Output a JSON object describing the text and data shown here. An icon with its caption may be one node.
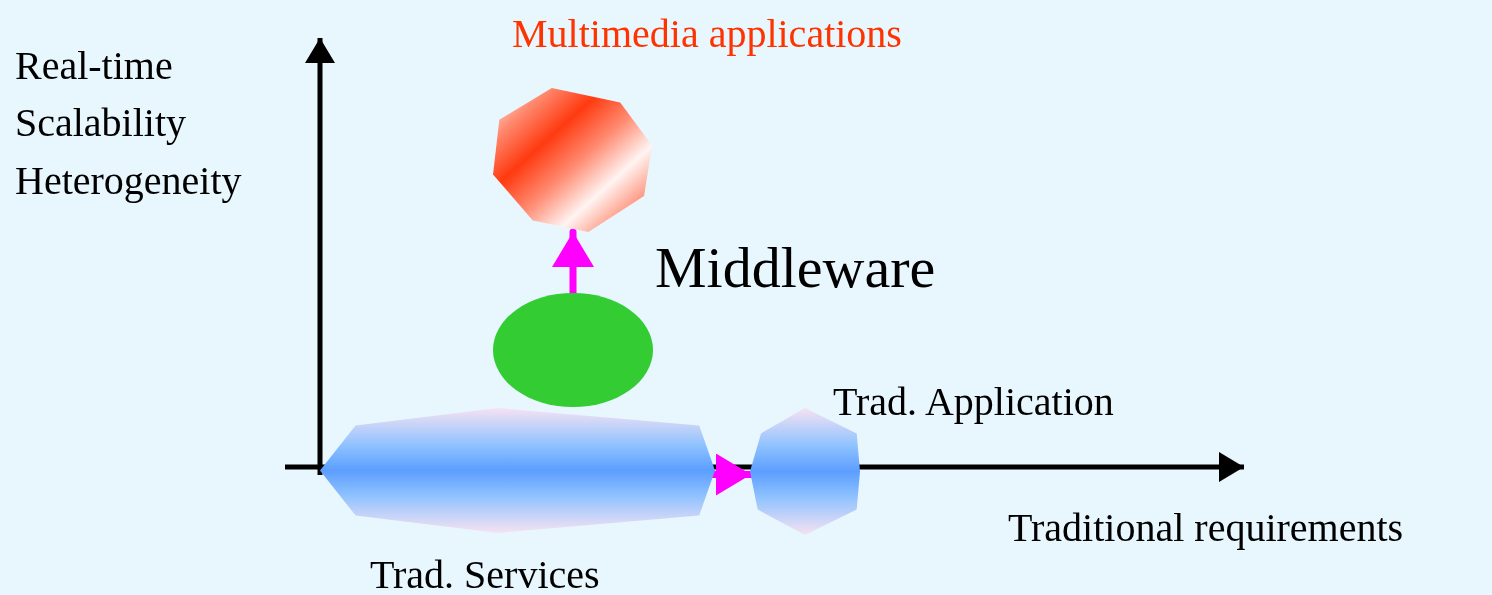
{
  "diagram": {
    "nodes": [
      {
        "text": [
          "Trad. Services"
        ]
      },
      {
        "text": [
          "Trad. Application"
        ]
      },
      {
        "text": [],
        "shape": "circle",
        "beside": [
          "Middleware"
        ]
      },
      {
        "text": [
          "Multimedia applications"
        ]
      }
    ],
    "edges": [
      {
        "from": 0,
        "to": 1,
        "arrow": "to"
      },
      {
        "from": 2,
        "to": 3,
        "arrow": "to"
      }
    ],
    "labels": [
      "Real-time",
      "Scalability",
      "Heterogeneity",
      "Traditional requirements"
    ]
  }
}
